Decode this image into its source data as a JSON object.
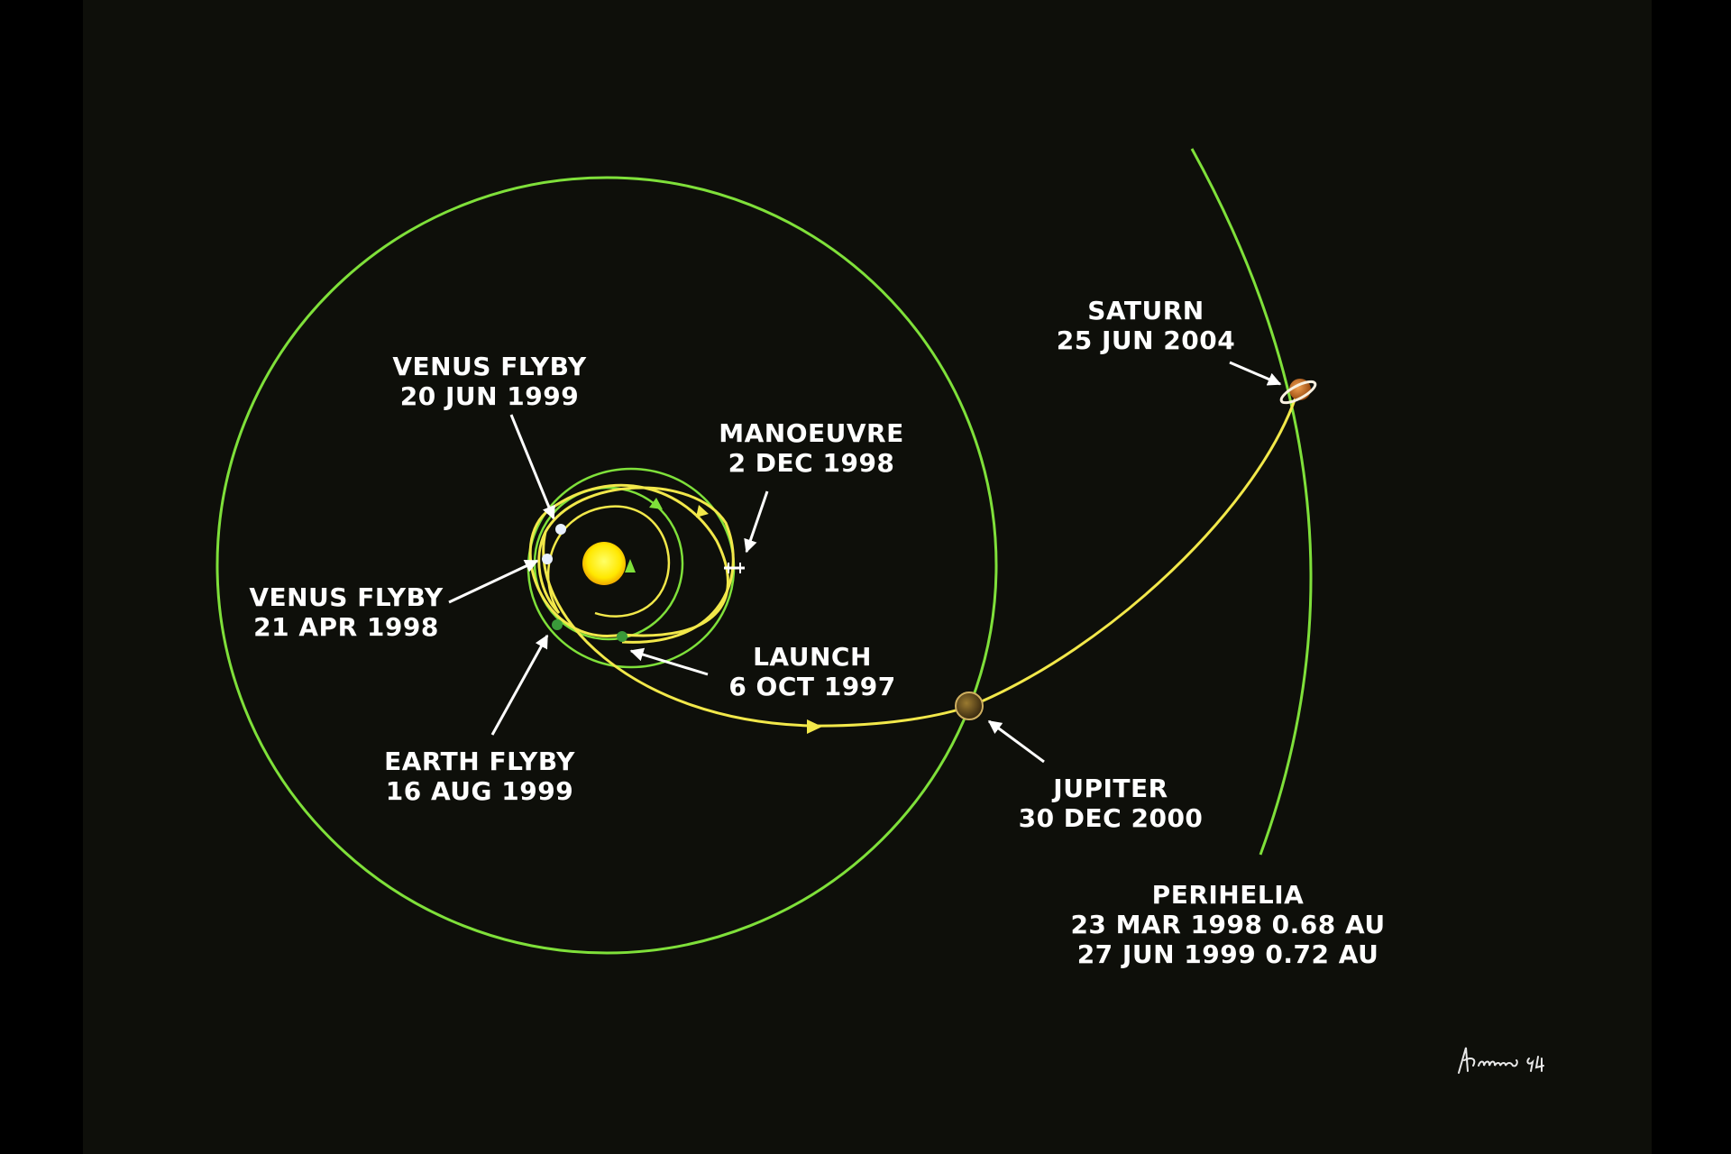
{
  "diagram": {
    "labels": {
      "venus_flyby_2": {
        "title": "VENUS FLYBY",
        "date": "20 JUN 1999"
      },
      "manoeuvre": {
        "title": "MANOEUVRE",
        "date": "2 DEC 1998"
      },
      "venus_flyby_1": {
        "title": "VENUS FLYBY",
        "date": "21 APR 1998"
      },
      "launch": {
        "title": "LAUNCH",
        "date": "6 OCT 1997"
      },
      "earth_flyby": {
        "title": "EARTH FLYBY",
        "date": "16 AUG 1999"
      },
      "jupiter": {
        "title": "JUPITER",
        "date": "30 DEC 2000"
      },
      "saturn": {
        "title": "SATURN",
        "date": "25 JUN 2004"
      },
      "perihelia": {
        "title": "PERIHELIA",
        "line1": "23 MAR 1998 0.68 AU",
        "line2": "27 JUN 1999 0.72 AU"
      }
    },
    "signature": "",
    "colors": {
      "background": "#0e0f0a",
      "orbit": "#7fe03a",
      "trajectory": "#f2e84a",
      "sun": "#ffee00",
      "text": "#ffffff"
    }
  }
}
